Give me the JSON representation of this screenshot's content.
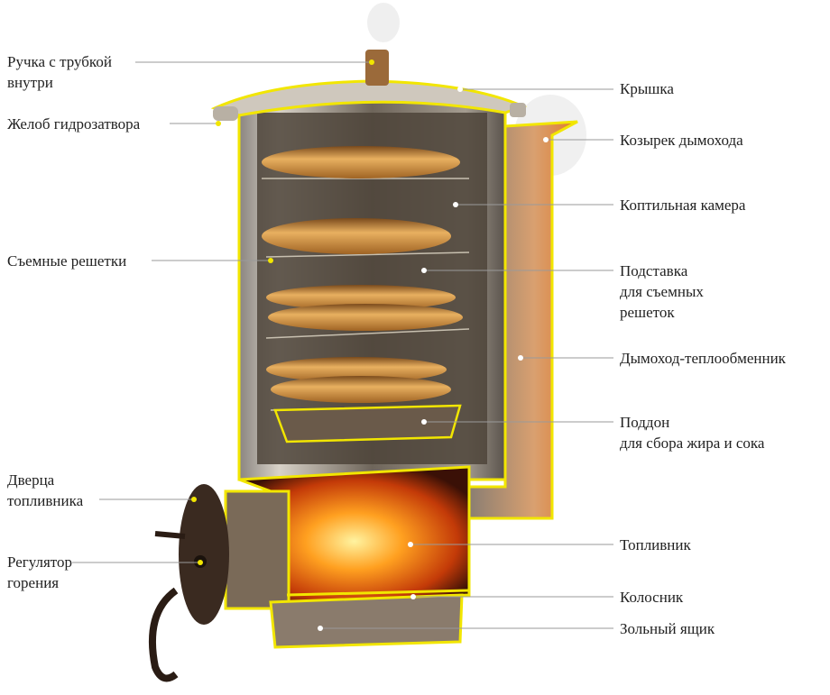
{
  "diagram": {
    "left_labels": [
      {
        "lines": [
          "Ручка с трубкой",
          "внутри"
        ]
      },
      {
        "lines": [
          "Желоб гидрозатвора"
        ]
      },
      {
        "lines": [
          "Съемные решетки"
        ]
      },
      {
        "lines": [
          "Дверца",
          "топливника"
        ]
      },
      {
        "lines": [
          "Регулятор",
          "горения"
        ]
      }
    ],
    "right_labels": [
      {
        "lines": [
          "Крышка"
        ]
      },
      {
        "lines": [
          "Козырек дымохода"
        ]
      },
      {
        "lines": [
          "Коптильная камера"
        ]
      },
      {
        "lines": [
          "Подставка",
          "для съемных",
          "решеток"
        ]
      },
      {
        "lines": [
          "Дымоход-теплообменник"
        ]
      },
      {
        "lines": [
          "Поддон",
          "для сбора жира и сока"
        ]
      },
      {
        "lines": [
          "Топливник"
        ]
      },
      {
        "lines": [
          "Колосник"
        ]
      },
      {
        "lines": [
          "Зольный ящик"
        ]
      }
    ],
    "colors": {
      "outline": "#f2e600",
      "leader": "#9a9a9a",
      "fire": "#ff8a1a"
    }
  }
}
